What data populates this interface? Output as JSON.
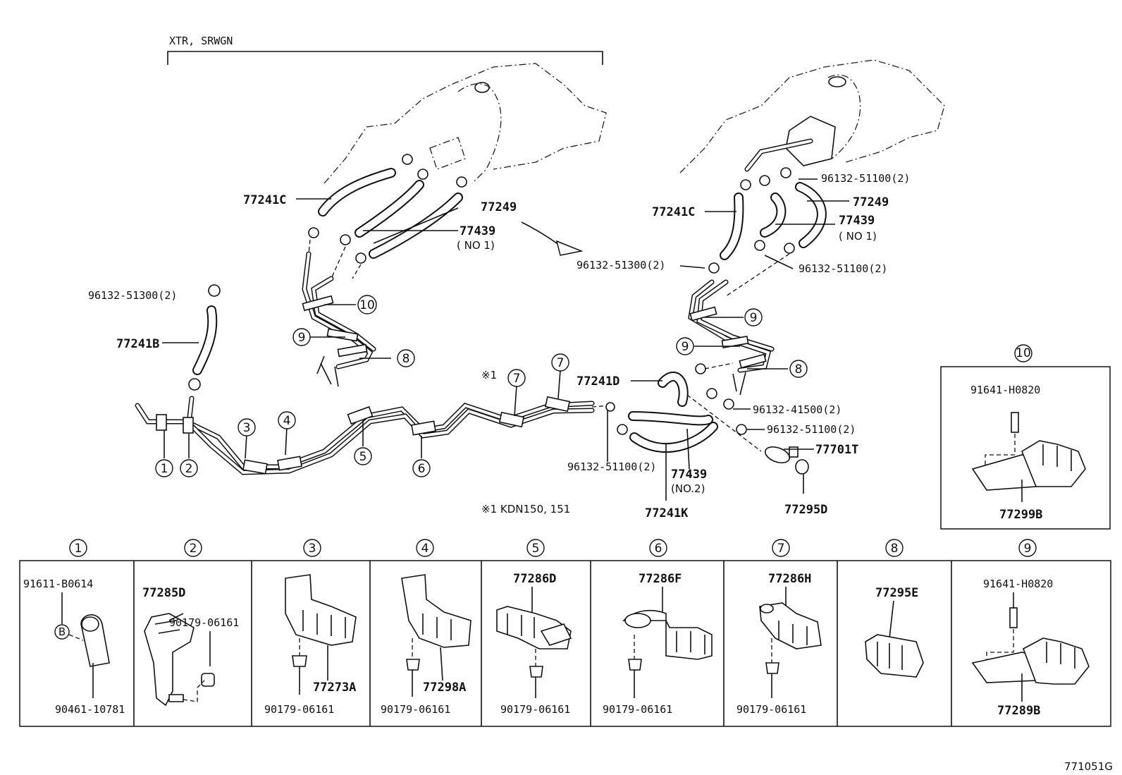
{
  "header": {
    "variant_label": "XTR, SRWGN"
  },
  "footer": {
    "figure_code": "771051G",
    "note": "※1 KDN150, 151",
    "note_marker": "※1"
  },
  "callouts": {
    "p77241C_left": "77241C",
    "p77249_left": "77249",
    "p77439_left": "77439",
    "p77439_left_sub": "( NO 1)",
    "p96132_51300_left": "96132-51300(2)",
    "p77241B": "77241B",
    "p96132_51100_r1": "96132-51100(2)",
    "p77249_right": "77249",
    "p77439_right": "77439",
    "p77439_right_sub": "( NO 1)",
    "p77241C_right": "77241C",
    "p96132_51300_right": "96132-51300(2)",
    "p96132_51100_r2": "96132-51100(2)",
    "p77241D": "77241D",
    "p96132_41500": "96132-41500(2)",
    "p96132_51100_r3": "96132-51100(2)",
    "p77701T": "77701T",
    "p96132_51100_bottom": "96132-51100(2)",
    "p77439_no2": "77439",
    "p77439_no2_sub": "(NO.2)",
    "p77241K": "77241K",
    "p77295D": "77295D"
  },
  "numbers": [
    "1",
    "2",
    "3",
    "4",
    "5",
    "6",
    "7",
    "8",
    "9",
    "10"
  ],
  "panels": {
    "p10": {
      "num": "10",
      "top": "91641-H0820",
      "bottom": "77299B"
    },
    "p1": {
      "num": "1",
      "top": "91611-B0614",
      "letter": "B",
      "bottom": "90461-10781"
    },
    "p2": {
      "num": "2",
      "main": "77285D",
      "side": "90179-06161"
    },
    "p3": {
      "num": "3",
      "main": "77273A",
      "bottom": "90179-06161"
    },
    "p4": {
      "num": "4",
      "main": "77298A",
      "bottom": "90179-06161"
    },
    "p5": {
      "num": "5",
      "main": "77286D",
      "bottom": "90179-06161"
    },
    "p6": {
      "num": "6",
      "main": "77286F",
      "bottom": "90179-06161"
    },
    "p7": {
      "num": "7",
      "main": "77286H",
      "bottom": "90179-06161"
    },
    "p8": {
      "num": "8",
      "main": "77295E"
    },
    "p9": {
      "num": "9",
      "top": "91641-H0820",
      "bottom": "77289B"
    }
  }
}
